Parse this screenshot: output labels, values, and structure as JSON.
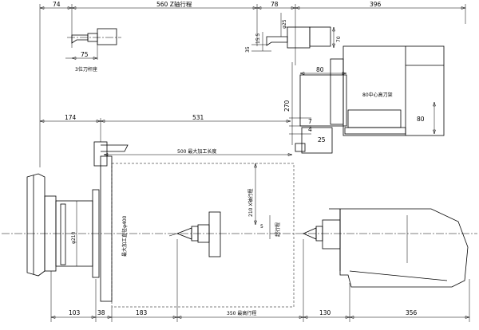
{
  "drawing": {
    "top_dims": {
      "d74": "74",
      "d560": "560 Z轴行程",
      "d78": "78",
      "d396": "396"
    },
    "tool_dims": {
      "d25": "φ25",
      "d15_5": "15.5",
      "d35": "35",
      "d70": "70",
      "d75": "75",
      "tool_label": "3位刀杆座"
    },
    "head_dims": {
      "d80_top": "80",
      "d270": "270",
      "center_label": "80中心高刀架",
      "d80_right": "80"
    },
    "mid_dims": {
      "d174": "174",
      "d531": "531",
      "d7": "7",
      "d4": "4",
      "d25b": "25",
      "d500": "500 最大加工长度"
    },
    "body_dims": {
      "d210": "φ210",
      "dia400": "最大加工直径φ400",
      "d210x": "210 X轴行程",
      "d5": "5",
      "overtravel": "超行程"
    },
    "bottom_dims": {
      "d103": "103",
      "d38": "38",
      "d183": "183",
      "d350": "350 最高行程",
      "d130": "130",
      "d356": "356"
    }
  }
}
